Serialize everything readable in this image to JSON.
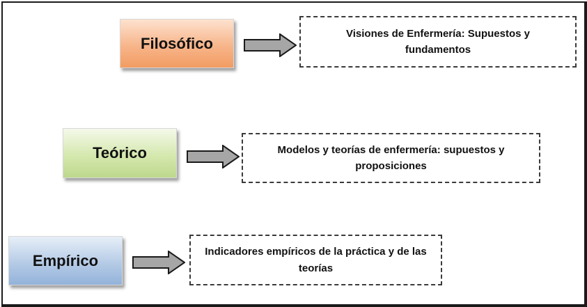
{
  "levels": [
    {
      "label": "Filosófico",
      "description": "Visiones de Enfermería: Supuestos y fundamentos"
    },
    {
      "label": "Teórico",
      "description": "Modelos y teorías de enfermería: supuestos y proposiciones"
    },
    {
      "label": "Empírico",
      "description": "Indicadores empíricos de la práctica y de las teorías"
    }
  ],
  "colors": {
    "filosofico_fill": "#f7b58a",
    "teorico_fill": "#d5e8ae",
    "empirico_fill": "#b5cbe6",
    "arrow_fill": "#a6a6a6",
    "arrow_stroke": "#1a1a1a",
    "border": "#1a1a1a"
  }
}
